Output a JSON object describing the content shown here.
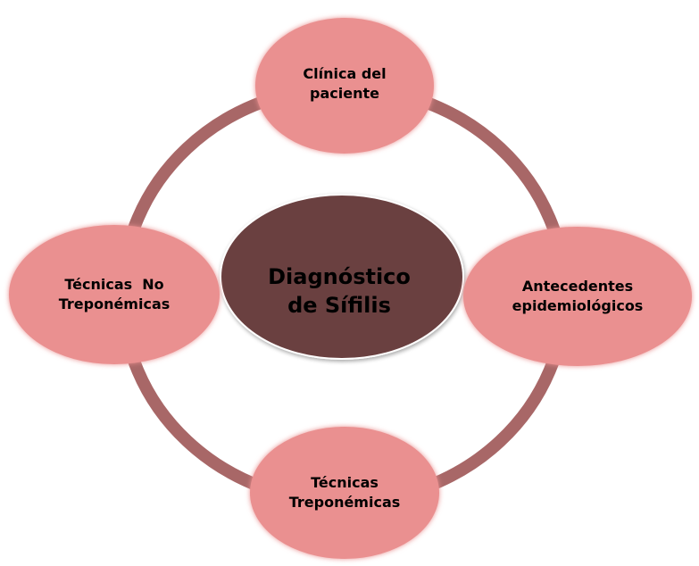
{
  "diagram": {
    "center": {
      "lines": [
        "Diagnóstico",
        "de Sífilis"
      ]
    },
    "nodes": {
      "top": {
        "lines": [
          "Clínica del",
          "paciente"
        ]
      },
      "right": {
        "lines": [
          "Antecedentes",
          "epidemiológicos"
        ]
      },
      "bottom": {
        "lines": [
          "Técnicas",
          "Treponémicas"
        ]
      },
      "left": {
        "lines": [
          "Técnicas  No",
          "Treponémicas"
        ]
      }
    },
    "colors": {
      "ring": "#a86767",
      "node_fill": "#ea9090",
      "center_fill": "#6b3f3f",
      "text": "#000000"
    }
  }
}
